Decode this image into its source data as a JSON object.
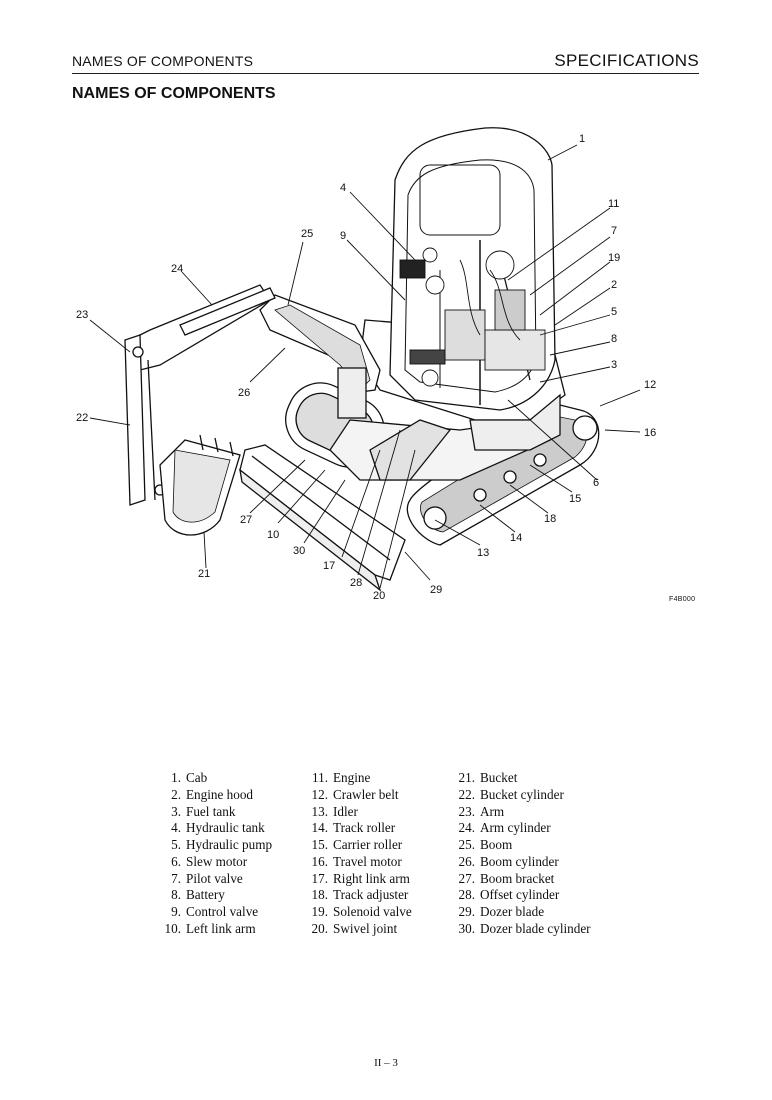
{
  "header": {
    "section": "NAMES OF COMPONENTS",
    "chapter": "SPECIFICATIONS"
  },
  "title": "NAMES OF COMPONENTS",
  "figure": {
    "code": "F4B000",
    "callouts": [
      "1",
      "2",
      "3",
      "4",
      "5",
      "6",
      "7",
      "8",
      "9",
      "10",
      "11",
      "12",
      "13",
      "14",
      "15",
      "16",
      "17",
      "18",
      "19",
      "20",
      "21",
      "22",
      "23",
      "24",
      "25",
      "26",
      "27",
      "28",
      "29",
      "30"
    ]
  },
  "legend": {
    "columns": [
      [
        {
          "num": "1.",
          "name": "Cab"
        },
        {
          "num": "2.",
          "name": "Engine hood"
        },
        {
          "num": "3.",
          "name": "Fuel tank"
        },
        {
          "num": "4.",
          "name": "Hydraulic tank"
        },
        {
          "num": "5.",
          "name": "Hydraulic pump"
        },
        {
          "num": "6.",
          "name": "Slew motor"
        },
        {
          "num": "7.",
          "name": "Pilot valve"
        },
        {
          "num": "8.",
          "name": "Battery"
        },
        {
          "num": "9.",
          "name": "Control valve"
        },
        {
          "num": "10.",
          "name": "Left link arm"
        }
      ],
      [
        {
          "num": "11.",
          "name": "Engine"
        },
        {
          "num": "12.",
          "name": "Crawler belt"
        },
        {
          "num": "13.",
          "name": "Idler"
        },
        {
          "num": "14.",
          "name": "Track roller"
        },
        {
          "num": "15.",
          "name": "Carrier roller"
        },
        {
          "num": "16.",
          "name": "Travel motor"
        },
        {
          "num": "17.",
          "name": "Right link arm"
        },
        {
          "num": "18.",
          "name": "Track adjuster"
        },
        {
          "num": "19.",
          "name": "Solenoid valve"
        },
        {
          "num": "20.",
          "name": "Swivel joint"
        }
      ],
      [
        {
          "num": "21.",
          "name": "Bucket"
        },
        {
          "num": "22.",
          "name": "Bucket cylinder"
        },
        {
          "num": "23.",
          "name": "Arm"
        },
        {
          "num": "24.",
          "name": "Arm cylinder"
        },
        {
          "num": "25.",
          "name": "Boom"
        },
        {
          "num": "26.",
          "name": "Boom cylinder"
        },
        {
          "num": "27.",
          "name": "Boom bracket"
        },
        {
          "num": "28.",
          "name": "Offset cylinder"
        },
        {
          "num": "29.",
          "name": "Dozer blade"
        },
        {
          "num": "30.",
          "name": "Dozer blade cylinder"
        }
      ]
    ]
  },
  "page_number": "II – 3"
}
